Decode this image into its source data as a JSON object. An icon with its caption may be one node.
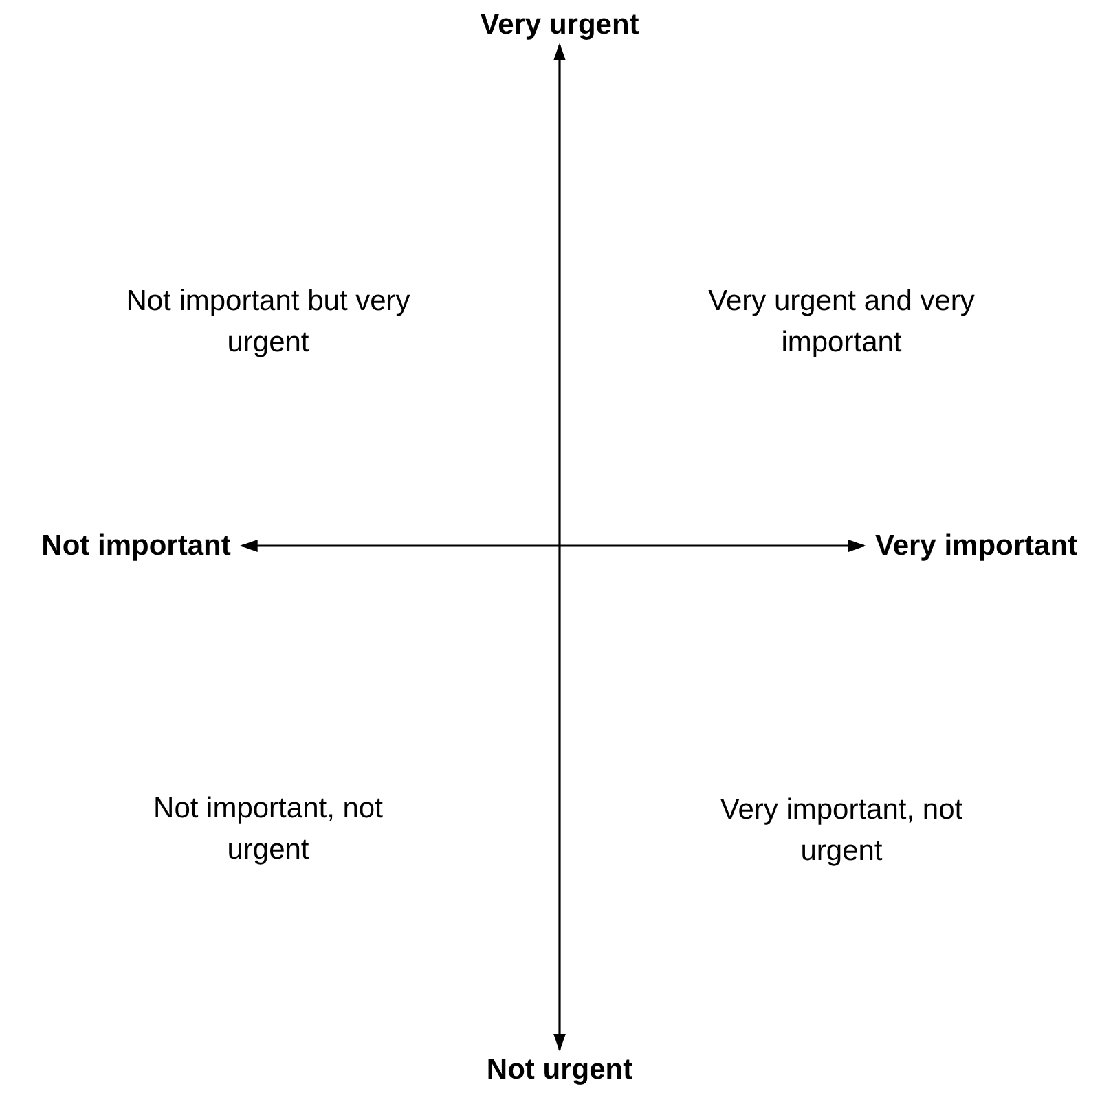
{
  "diagram": {
    "nodes": [
      {
        "text": [
          "Very urgent"
        ]
      },
      {
        "text": [
          "Not important"
        ]
      },
      {
        "text": [
          "Very important"
        ]
      },
      {
        "text": [
          "Not urgent"
        ]
      }
    ],
    "edges": [
      {
        "from": 0,
        "to": 3,
        "arrow": "both"
      },
      {
        "from": 1,
        "to": 2,
        "arrow": "both"
      }
    ],
    "labels": [
      "Not important but very urgent",
      "Very urgent and very important",
      "Not important, not urgent",
      "Very important, not urgent"
    ]
  }
}
